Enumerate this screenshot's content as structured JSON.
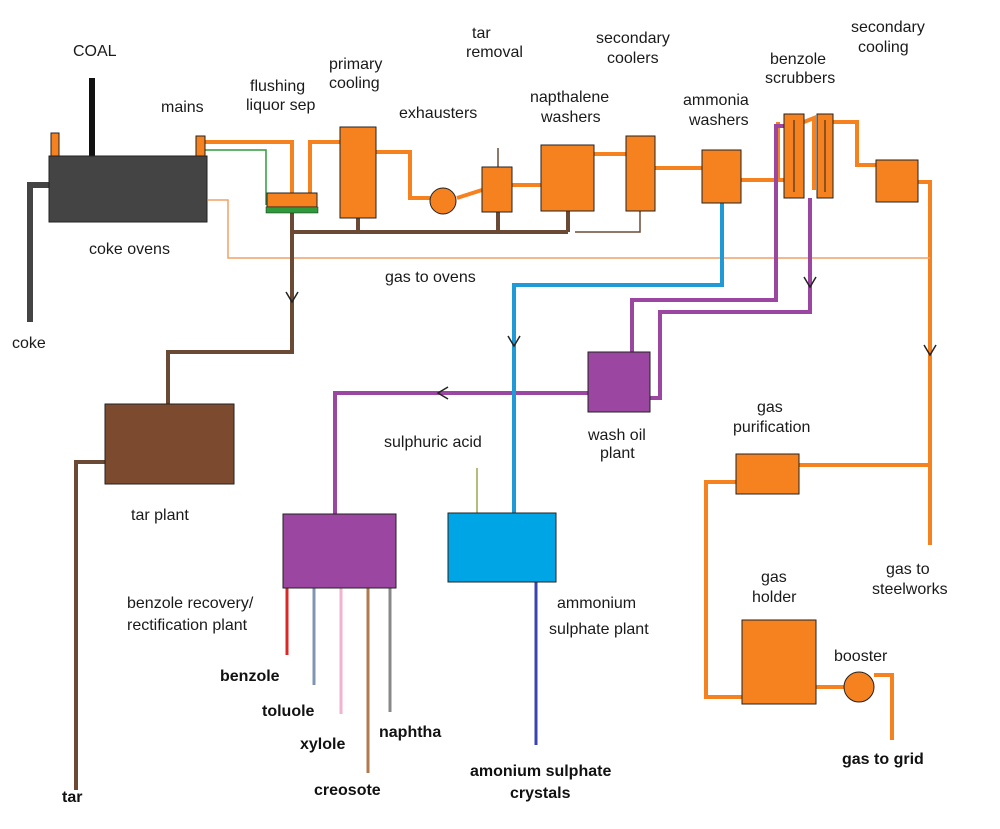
{
  "labels": {
    "coal": "COAL",
    "mains": "mains",
    "flushing_1": "flushing",
    "flushing_2": "liquor sep",
    "primary_cooling_1": "primary",
    "primary_cooling_2": "cooling",
    "tar_removal_1": "tar",
    "tar_removal_2": "removal",
    "exhausters": "exhausters",
    "napthalene_1": "napthalene",
    "napthalene_2": "washers",
    "secondary_coolers_1": "secondary",
    "secondary_coolers_2": "coolers",
    "ammonia_washers_1": "ammonia",
    "ammonia_washers_2": "washers",
    "benzole_scrubbers_1": "benzole",
    "benzole_scrubbers_2": "scrubbers",
    "secondary_cooling_1": "secondary",
    "secondary_cooling_2": "cooling",
    "coke_ovens": "coke ovens",
    "coke": "coke",
    "gas_to_ovens": "gas to ovens",
    "tar_plant": "tar plant",
    "sulphuric_acid": "sulphuric acid",
    "wash_oil_1": "wash oil",
    "wash_oil_2": "plant",
    "gas_purification_1": "gas",
    "gas_purification_2": "purification",
    "benzole_recovery_1": "benzole recovery/",
    "benzole_recovery_2": "rectification plant",
    "ammonium_sulphate_1": "ammonium",
    "ammonium_sulphate_2": "sulphate plant",
    "gas_to_steelworks_1": "gas to",
    "gas_to_steelworks_2": "steelworks",
    "gas_holder_1": "gas",
    "gas_holder_2": "holder",
    "booster": "booster",
    "benzole": "benzole",
    "toluole": "toluole",
    "xylole": "xylole",
    "creosote": "creosote",
    "naphtha": "naphtha",
    "tar": "tar",
    "crystals_1": "amonium sulphate",
    "crystals_2": "crystals",
    "gas_to_grid": "gas to grid"
  },
  "colors": {
    "gas": "#f5821f",
    "tar": "#6b4a35",
    "tar_plant": "#7b4a2f",
    "oven": "#444444",
    "coal": "#111111",
    "wash_oil": "#9b46a0",
    "ammonia_liquor": "#1f9ad6",
    "sulphate_plant": "#00a5e6",
    "acid": "#9aa84a",
    "crystals_line": "#3a44b0",
    "flush_green": "#2f9a3c",
    "thin_gas": "#f0a066",
    "benzole": "#d82828",
    "toluole": "#7f95b4",
    "xylole": "#f2b2d0",
    "creosote": "#b07a4e",
    "naphtha": "#888888",
    "stroke": "#222222"
  }
}
